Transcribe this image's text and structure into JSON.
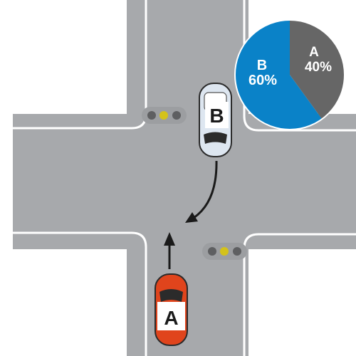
{
  "colors": {
    "road": "#a7a9ac",
    "road_edge_line": "#ffffff",
    "car_a_body": "#e0441c",
    "car_b_body": "#dde6f0",
    "signal_housing": "#9c9ea1",
    "signal_amber": "#d4c21a",
    "signal_off": "#5e5f61",
    "arrow": "#1a1a1a",
    "pie_a": "#666666",
    "pie_b": "#0a82c8"
  },
  "vehicles": {
    "a": {
      "label": "A",
      "direction": "straight-north"
    },
    "b": {
      "label": "B",
      "direction": "right-turn"
    }
  },
  "signals": {
    "north_west_corner": {
      "lit": "amber"
    },
    "south_east_corner": {
      "lit": "amber"
    }
  },
  "fault_ratio": {
    "slices": [
      {
        "party": "A",
        "percent_label": "40%",
        "value": 40
      },
      {
        "party": "B",
        "percent_label": "60%",
        "value": 60
      }
    ]
  },
  "icons": [
    "straight-arrow-icon",
    "turn-arrow-icon",
    "traffic-signal-icon",
    "car-icon"
  ]
}
